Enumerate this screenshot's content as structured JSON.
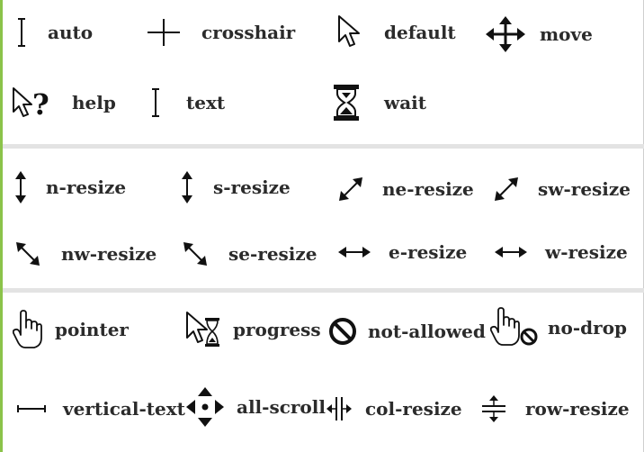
{
  "sections": [
    {
      "items": [
        {
          "icon": "text-cursor-icon",
          "label": "auto"
        },
        {
          "icon": "crosshair-icon",
          "label": "crosshair"
        },
        {
          "icon": "arrow-pointer-icon",
          "label": "default"
        },
        {
          "icon": "move-arrows-icon",
          "label": "move"
        },
        {
          "icon": "help-cursor-icon",
          "label": "help"
        },
        {
          "icon": "text-cursor-icon",
          "label": "text"
        },
        {
          "icon": "hourglass-icon",
          "label": "wait"
        }
      ]
    },
    {
      "items": [
        {
          "icon": "vertical-double-arrow-icon",
          "label": "n-resize"
        },
        {
          "icon": "vertical-double-arrow-icon",
          "label": "s-resize"
        },
        {
          "icon": "diagonal-ne-arrow-icon",
          "label": "ne-resize"
        },
        {
          "icon": "diagonal-ne-arrow-icon",
          "label": "sw-resize"
        },
        {
          "icon": "diagonal-nw-arrow-icon",
          "label": "nw-resize"
        },
        {
          "icon": "diagonal-nw-arrow-icon",
          "label": "se-resize"
        },
        {
          "icon": "horizontal-double-arrow-icon",
          "label": "e-resize"
        },
        {
          "icon": "horizontal-double-arrow-icon",
          "label": "w-resize"
        }
      ]
    },
    {
      "items": [
        {
          "icon": "hand-pointer-icon",
          "label": "pointer"
        },
        {
          "icon": "progress-cursor-icon",
          "label": "progress"
        },
        {
          "icon": "not-allowed-icon",
          "label": "not-allowed"
        },
        {
          "icon": "no-drop-hand-icon",
          "label": "no-drop"
        },
        {
          "icon": "vertical-text-cursor-icon",
          "label": "vertical-text"
        },
        {
          "icon": "all-scroll-icon",
          "label": "all-scroll"
        },
        {
          "icon": "col-resize-icon",
          "label": "col-resize"
        },
        {
          "icon": "row-resize-icon",
          "label": "row-resize"
        }
      ]
    }
  ],
  "colors": {
    "accent_bar": "#8bc34a",
    "divider": "#e3e3e3",
    "text": "#2b2b2b"
  }
}
